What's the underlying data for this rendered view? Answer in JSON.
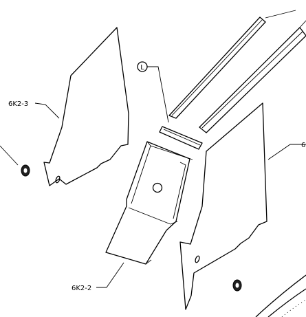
{
  "labels": {
    "left_panel": "6K2-3",
    "center_part": "6K2-2",
    "right_panel_partial": "6",
    "callout": "L"
  }
}
